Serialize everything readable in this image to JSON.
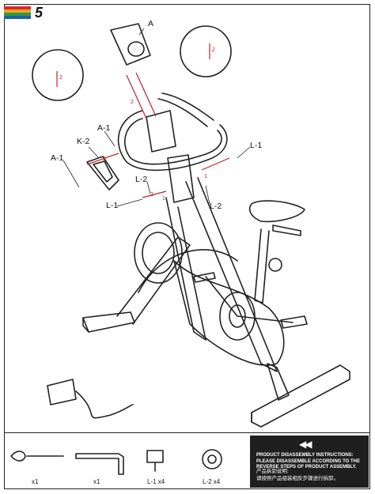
{
  "step": {
    "number": "5"
  },
  "stripe_colors": [
    "#d62b2b",
    "#f3a321",
    "#2f9b45",
    "#1f5fa8"
  ],
  "callouts": {
    "a": "A",
    "a1_top": "A-1",
    "k2": "K-2",
    "a1_left": "A-1",
    "l1_right": "L-1",
    "l2_left": "L-2",
    "l1_left": "L-1",
    "l2_right": "L-2"
  },
  "arrow_labels": {
    "one_a": "1",
    "one_b": "1",
    "two_a": "2",
    "two_b": "2",
    "two_c": "2",
    "two_d": "2",
    "two_e": "2"
  },
  "tools": [
    {
      "name": "Wrench handle",
      "qty": "x1"
    },
    {
      "name": "Allen key",
      "qty": "x1"
    },
    {
      "name": "Bolt",
      "qty": "L-1 x4"
    },
    {
      "name": "Washer",
      "qty": "L-2 x4"
    }
  ],
  "info": {
    "arrows": "◀◀",
    "en": "PRODUCT DISASSEMBLY INSTRUCTIONS:\nPLEASE DISASSEMBLE ACCORDING TO THE\nREVERSE STEPS OF PRODUCT ASSEMBLY.",
    "cn": "产品拆卸说明:\n请按照产品组装相反步骤进行拆卸。"
  }
}
